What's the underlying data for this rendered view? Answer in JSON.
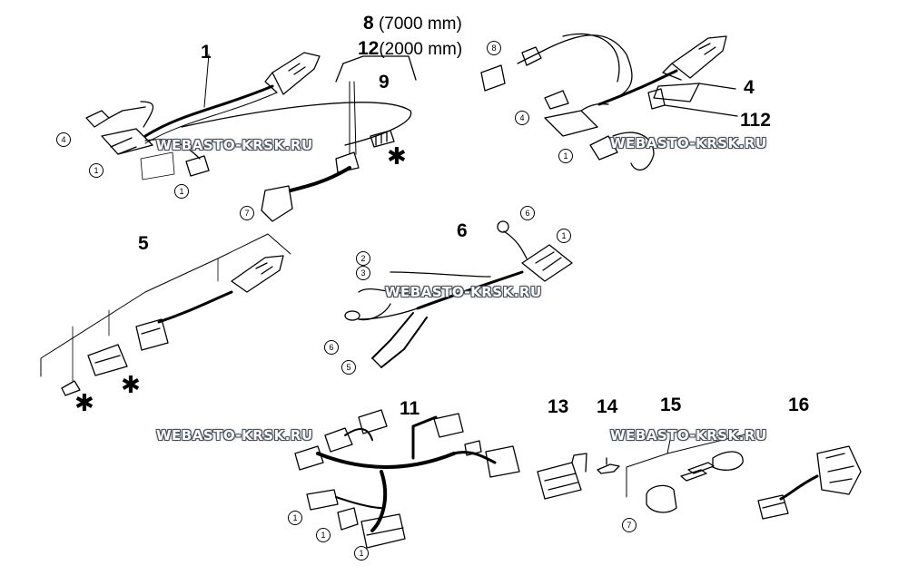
{
  "parts": {
    "p1": "1",
    "p4": "4",
    "p112": "112",
    "p5": "5",
    "p6": "6",
    "p8_num": "8",
    "p8_len": "(7000 mm)",
    "p12_num": "12",
    "p12_len": "(2000 mm)",
    "p9": "9",
    "p11": "11",
    "p13": "13",
    "p14": "14",
    "p15": "15",
    "p16": "16"
  },
  "callouts": {
    "c1": "1",
    "c2": "2",
    "c3": "3",
    "c4": "4",
    "c5": "5",
    "c6": "6",
    "c7": "7",
    "c8": "8"
  },
  "marks": {
    "star": "✱"
  },
  "watermark": {
    "text": "WEBASTO-KRSK.RU"
  },
  "colors": {
    "line": "#000000",
    "watermark_fill": "#ffffff",
    "watermark_outline": "#44505c"
  }
}
